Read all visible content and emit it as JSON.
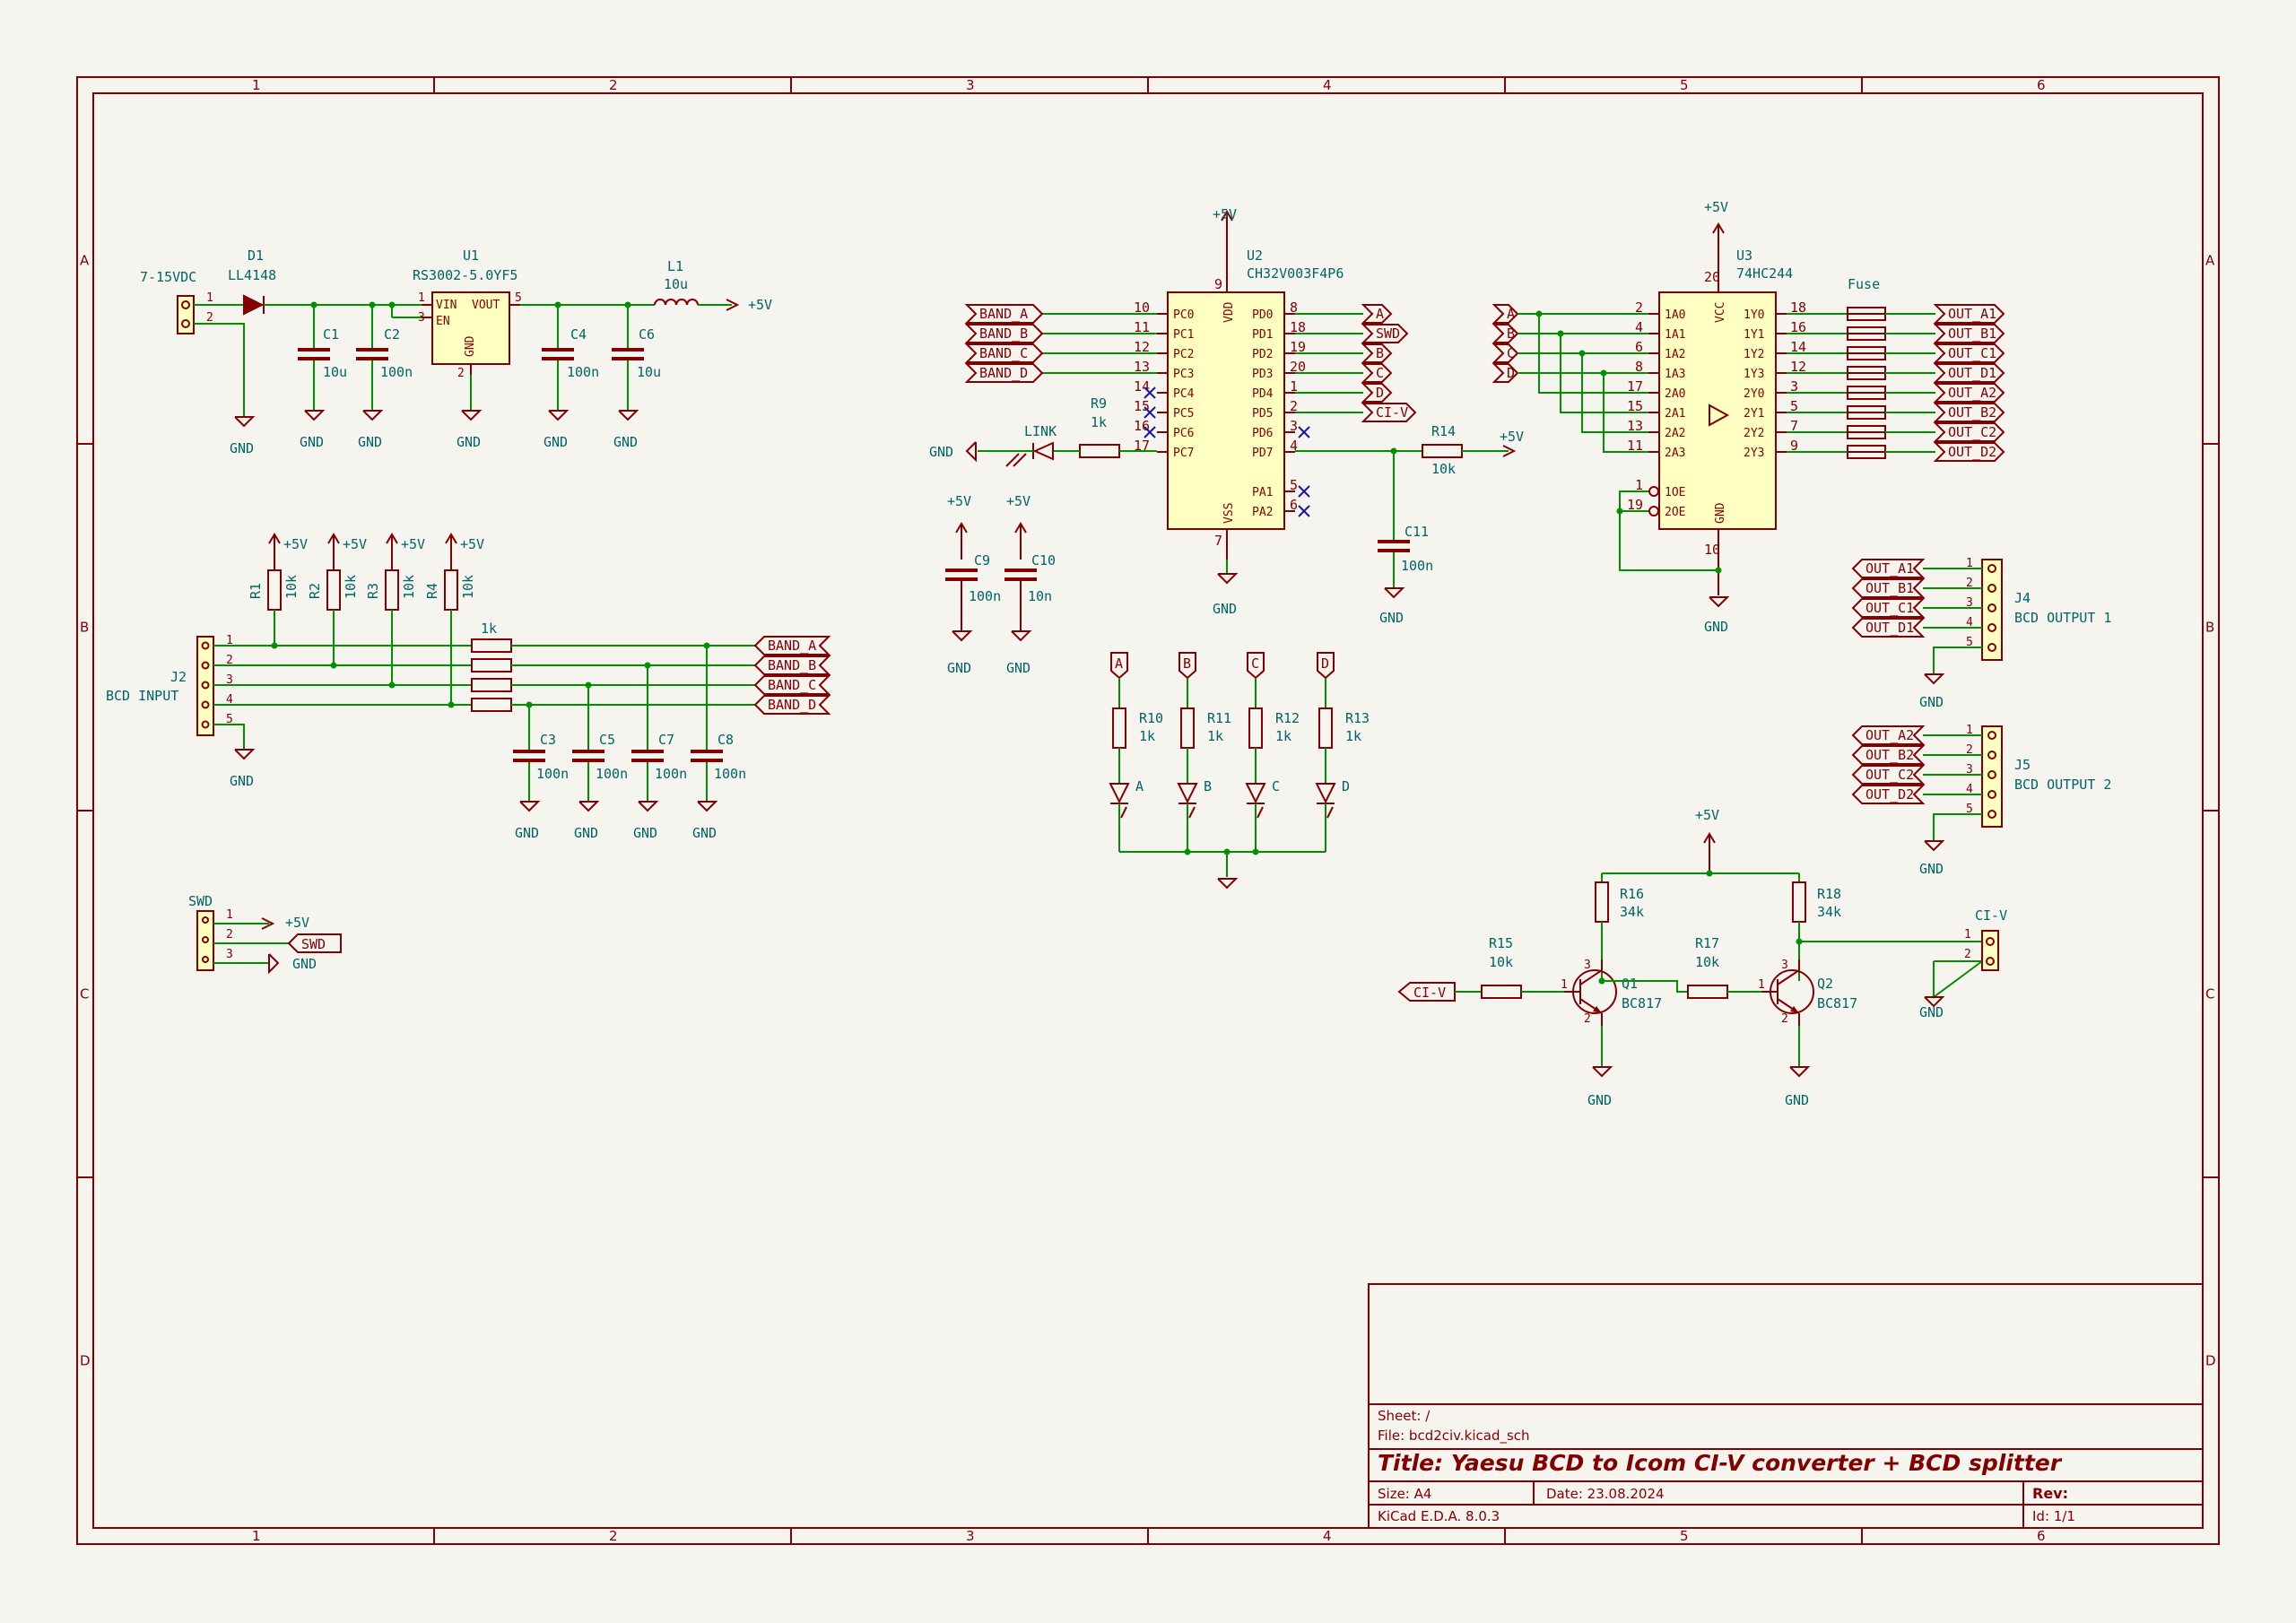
{
  "border": {
    "cols": [
      "1",
      "2",
      "3",
      "4",
      "5",
      "6"
    ],
    "rows": [
      "A",
      "B",
      "C",
      "D"
    ]
  },
  "title_block": {
    "sheet": "Sheet: /",
    "file": "File: bcd2civ.kicad_sch",
    "title": "Title: Yaesu BCD to Icom CI-V converter + BCD splitter",
    "size": "Size: A4",
    "date": "Date: 23.08.2024",
    "rev": "Rev:",
    "tool": "KiCad E.D.A. 8.0.3",
    "id": "Id: 1/1"
  },
  "power": {
    "j1_label": "7-15VDC",
    "d1_ref": "D1",
    "d1_val": "LL4148",
    "u1_ref": "U1",
    "u1_val": "RS3002-5.0YF5",
    "u1_vin": "VIN",
    "u1_en": "EN",
    "u1_vout": "VOUT",
    "u1_gnd": "GND",
    "c1": "C1",
    "c1v": "10u",
    "c2": "C2",
    "c2v": "100n",
    "c4": "C4",
    "c4v": "100n",
    "c6": "C6",
    "c6v": "10u",
    "l1": "L1",
    "l1v": "10u",
    "plus5": "+5V",
    "gnd": "GND"
  },
  "bcd_input": {
    "j2_ref": "J2",
    "j2_val": "BCD INPUT",
    "r1": "R1",
    "r2": "R2",
    "r3": "R3",
    "r4": "R4",
    "rv": "10k",
    "series": "1k",
    "c3": "C3",
    "c5": "C5",
    "c7": "C7",
    "c8": "C8",
    "cv": "100n",
    "labels": [
      "BAND_A",
      "BAND_B",
      "BAND_C",
      "BAND_D"
    ]
  },
  "swd": {
    "ref": "SWD",
    "p_plus": "+5V",
    "p_swd": "SWD",
    "p_gnd": "GND"
  },
  "mcu": {
    "ref": "U2",
    "val": "CH32V003F4P6",
    "left_pins": [
      "PC0",
      "PC1",
      "PC2",
      "PC3",
      "PC4",
      "PC5",
      "PC6",
      "PC7"
    ],
    "left_nums": [
      "10",
      "11",
      "12",
      "13",
      "14",
      "15",
      "16",
      "17"
    ],
    "right_pins": [
      "PD0",
      "PD1",
      "PD2",
      "PD3",
      "PD4",
      "PD5",
      "PD6",
      "PD7"
    ],
    "right_nums": [
      "8",
      "18",
      "19",
      "20",
      "1",
      "2",
      "3",
      "4"
    ],
    "pa_pins": [
      "PA1",
      "PA2"
    ],
    "pa_nums": [
      "5",
      "6"
    ],
    "vdd": "VDD",
    "vss": "VSS",
    "vdd_num": "9",
    "vss_num": "7",
    "out_labels": [
      "A",
      "SWD",
      "B",
      "C",
      "D",
      "CI-V"
    ],
    "r9": "R9",
    "r9v": "1k",
    "led": "LINK",
    "r14": "R14",
    "r14v": "10k",
    "c11": "C11",
    "c11v": "100n",
    "c9": "C9",
    "c9v": "100n",
    "c10": "C10",
    "c10v": "10n"
  },
  "leds": {
    "refs": [
      "R10",
      "R11",
      "R12",
      "R13"
    ],
    "val": "1k",
    "names": [
      "A",
      "B",
      "C",
      "D"
    ]
  },
  "buffer": {
    "ref": "U3",
    "val": "74HC244",
    "vcc": "VCC",
    "gnd": "GND",
    "vcc_num": "20",
    "gnd_num": "10",
    "in_pins": [
      "1A0",
      "1A1",
      "1A2",
      "1A3",
      "2A0",
      "2A1",
      "2A2",
      "2A3"
    ],
    "in_nums": [
      "2",
      "4",
      "6",
      "8",
      "17",
      "15",
      "13",
      "11"
    ],
    "out_pins": [
      "1Y0",
      "1Y1",
      "1Y2",
      "1Y3",
      "2Y0",
      "2Y1",
      "2Y2",
      "2Y3"
    ],
    "out_nums": [
      "18",
      "16",
      "14",
      "12",
      "3",
      "5",
      "7",
      "9"
    ],
    "oe": [
      "1OE",
      "2OE"
    ],
    "oe_nums": [
      "1",
      "19"
    ],
    "fuse": "Fuse",
    "out_labels": [
      "OUT_A1",
      "OUT_B1",
      "OUT_C1",
      "OUT_D1",
      "OUT_A2",
      "OUT_B2",
      "OUT_C2",
      "OUT_D2"
    ],
    "in_labels": [
      "A",
      "B",
      "C",
      "D"
    ]
  },
  "outputs": {
    "j4_ref": "J4",
    "j4_val": "BCD OUTPUT 1",
    "j5_ref": "J5",
    "j5_val": "BCD OUTPUT 2",
    "j4_labels": [
      "OUT_A1",
      "OUT_B1",
      "OUT_C1",
      "OUT_D1"
    ],
    "j5_labels": [
      "OUT_A2",
      "OUT_B2",
      "OUT_C2",
      "OUT_D2"
    ]
  },
  "civ": {
    "r15": "R15",
    "r15v": "10k",
    "r16": "R16",
    "r16v": "34k",
    "r17": "R17",
    "r17v": "10k",
    "r18": "R18",
    "r18v": "34k",
    "q1": "Q1",
    "q2": "Q2",
    "qv": "BC817",
    "label": "CI-V",
    "jlabel": "CI-V"
  },
  "colors": {
    "background": "#f5f4ef",
    "border": "#840000",
    "wire": "#009000",
    "component": "#840000",
    "body_fill": "#ffffc2",
    "ref_text": "#006464",
    "pin_text": "#840000",
    "label_text": "#840000",
    "nc": "#1a1aa0"
  }
}
